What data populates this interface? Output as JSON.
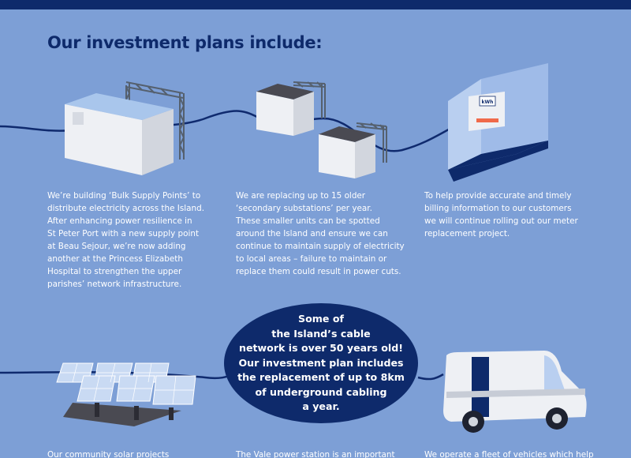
{
  "heading": "Our investment plans include:",
  "items": [
    {
      "text": "We’re building ‘Bulk Supply Points’ to\ndistribute electricity across the Island.\nAfter enhancing power resilience in\nSt Peter Port with a new supply point\nat Beau Sejour, we’re now adding\nanother at the Princess Elizabeth\nHospital to strengthen the upper\nparishes’ network infrastructure."
    },
    {
      "text": "We are replacing up to 15 older\n‘secondary substations’ per year.\nThese smaller units can be spotted\naround the Island and ensure we can\ncontinue to maintain supply of electricity\nto local areas – failure to maintain or\nreplace them could result in power cuts."
    },
    {
      "text": "To help provide accurate and timely\nbilling information to our customers\nwe will continue rolling out our meter\nreplacement project."
    }
  ],
  "meter_label": "kWh",
  "callout": "Some of\nthe Island’s cable\nnetwork is over 50 years old!\nOur investment plan includes\nthe replacement of up to 8km\nof underground cabling\na year.",
  "bottom": [
    {
      "text": "Our community solar projects"
    },
    {
      "text": "The Vale power station is an important"
    },
    {
      "text": "We operate a fleet of vehicles which help"
    }
  ],
  "colors": {
    "background": "#7d9fd6",
    "navy": "#0e2a6b",
    "cable": "#0f2a6e",
    "box_light": "#eef0f4",
    "box_top": "#a9c6ec",
    "solar_panel": "#c9daf3"
  },
  "icons": [
    "bulk-supply-point-icon",
    "substation-icon",
    "meter-room-icon",
    "solar-panels-icon",
    "van-icon"
  ]
}
